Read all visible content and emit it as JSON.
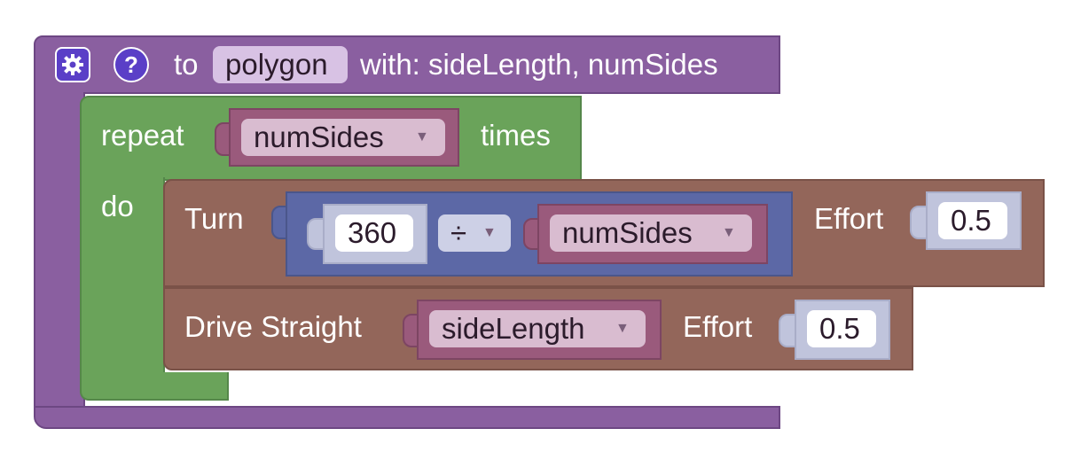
{
  "procedure": {
    "gear_icon": "gear-icon",
    "help_icon": "question-icon",
    "help_glyph": "?",
    "to_label": "to",
    "name": "polygon",
    "params_label": "with: sideLength, numSides",
    "color": "#8a5fa0"
  },
  "repeat_block": {
    "repeat_label": "repeat",
    "count_variable": "numSides",
    "times_label": "times",
    "do_label": "do",
    "color": "#6aa35a"
  },
  "turn_block": {
    "label": "Turn",
    "left_value": "360",
    "operator": "÷",
    "right_variable": "numSides",
    "effort_label": "Effort",
    "effort_value": "0.5",
    "color": "#93665a"
  },
  "drive_block": {
    "label": "Drive Straight",
    "distance_variable": "sideLength",
    "effort_label": "Effort",
    "effort_value": "0.5",
    "color": "#93665a"
  },
  "dropdown_icon": "dropdown-arrow-icon",
  "dropdown_glyph": "▼"
}
